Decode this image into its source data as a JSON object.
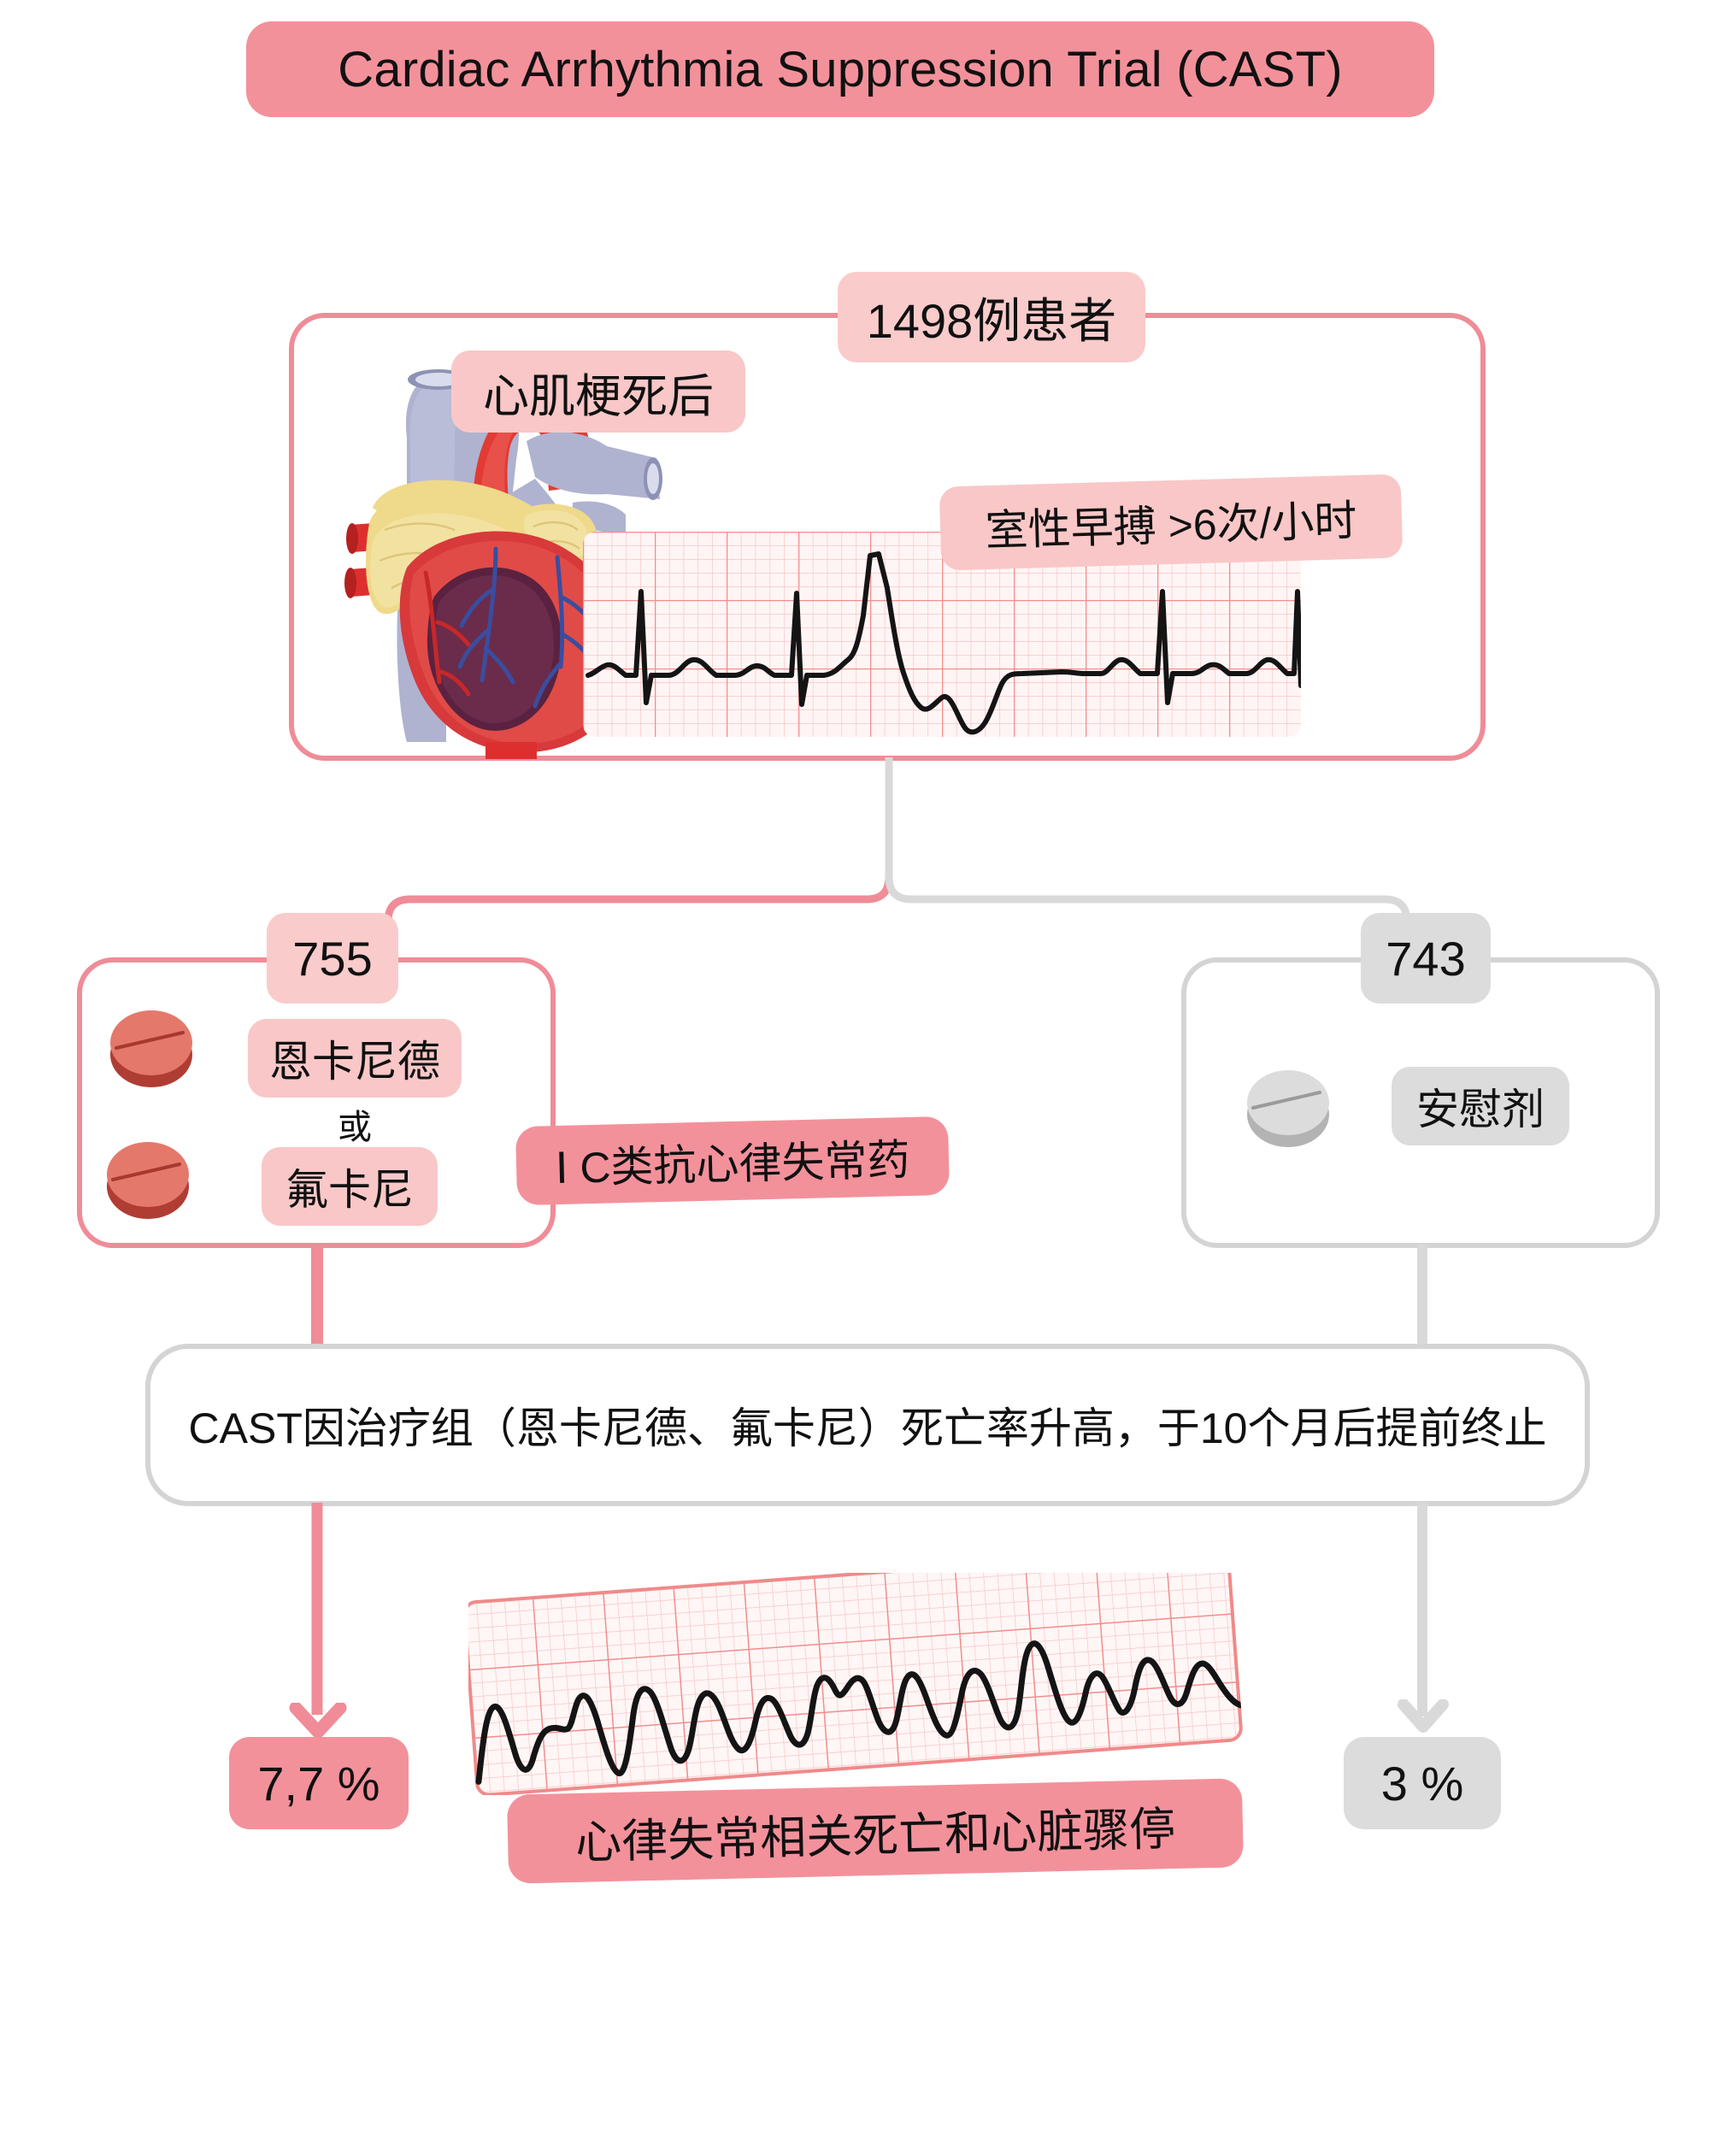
{
  "title": {
    "text": "Cardiac Arrhythmia Suppression Trial (CAST)"
  },
  "population": {
    "count_badge": "1498例患者",
    "condition_badge": "心肌梗死后",
    "ecg_badge": "室性早搏 >6次/小时",
    "heart_icon": "anatomical-heart-with-infarct",
    "ecg_icon": "ecg-strip-pvc"
  },
  "arms": {
    "treatment": {
      "n_badge": "755",
      "drug1": "恩卡尼德",
      "or_label": "或",
      "drug2": "氟卡尼",
      "class_badge": "Ⅰ C类抗心律失常药",
      "pill_icon": "red-tablet",
      "result_pct": "7,7 %"
    },
    "control": {
      "n_badge": "743",
      "drug": "安慰剂",
      "pill_icon": "grey-tablet",
      "result_pct": "3 %"
    }
  },
  "conclusion": {
    "text": "CAST因治疗组（恩卡尼德、氟卡尼）死亡率升高，于10个月后提前终止"
  },
  "outcome": {
    "caption": "心律失常相关死亡和心脏骤停",
    "ecg_icon": "ecg-strip-ventricular-tachycardia"
  },
  "colors": {
    "accent_pink": "#F3919B",
    "light_pink": "#FACBCB",
    "border_pink": "#EF8C97",
    "grey": "#D4D4D4",
    "badge_grey": "#DCDCDC",
    "text": "#111111"
  }
}
